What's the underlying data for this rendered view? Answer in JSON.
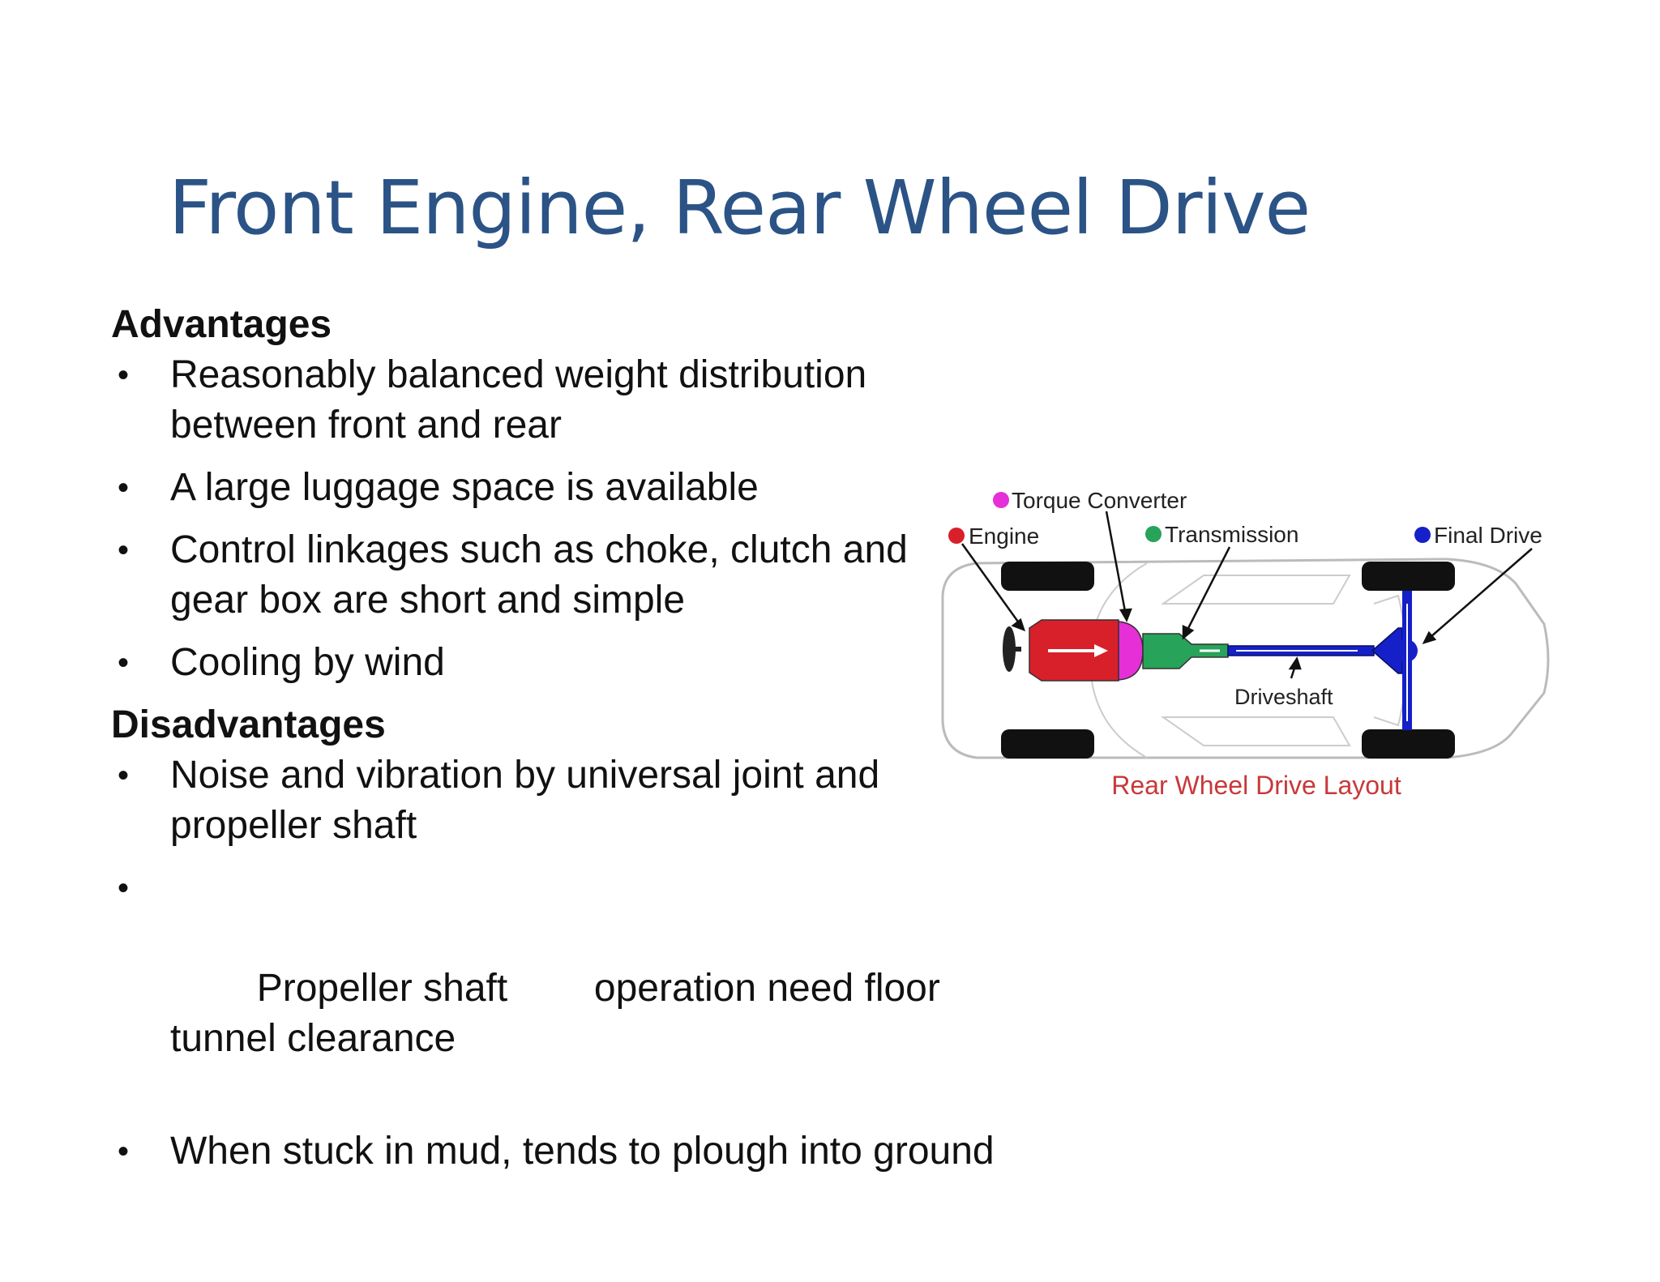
{
  "slide": {
    "title": "Front Engine, Rear Wheel Drive",
    "advantages": {
      "heading": "Advantages",
      "items": [
        "Reasonably balanced weight distribution between front and rear",
        "A large luggage space is available",
        "Control linkages such as choke, clutch and gear box are short and simple",
        "Cooling by wind"
      ]
    },
    "disadvantages": {
      "heading": "Disadvantages",
      "items": [
        "Noise and vibration by universal joint and propeller shaft",
        "Propeller shaft        operation need floor tunnel clearance",
        "When stuck in mud, tends to plough into ground"
      ]
    },
    "bullet_glyph": "•"
  },
  "diagram": {
    "caption": "Rear Wheel Drive Layout",
    "legend": {
      "torque_converter": {
        "label": "Torque Converter",
        "color": "#e62fd6"
      },
      "engine": {
        "label": "Engine",
        "color": "#d8202a"
      },
      "transmission": {
        "label": "Transmission",
        "color": "#27a35a"
      },
      "final_drive": {
        "label": "Final Drive",
        "color": "#1520c8"
      }
    },
    "driveshaft_label": "Driveshaft",
    "colors": {
      "title_blue": "#2b5386",
      "caption_red": "#c8383a",
      "engine_red": "#d8202a",
      "converter_magenta": "#e62fd6",
      "transmission_green": "#27a35a",
      "drive_blue": "#1520c8",
      "tire_black": "#111111",
      "body_outline": "#bbbbbb"
    }
  }
}
